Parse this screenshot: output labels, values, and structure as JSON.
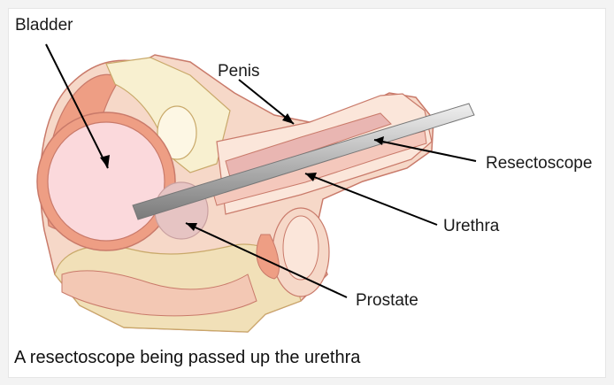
{
  "labels": {
    "bladder": "Bladder",
    "penis": "Penis",
    "resectoscope": "Resectoscope",
    "urethra": "Urethra",
    "prostate": "Prostate"
  },
  "caption": "A resectoscope being passed up the urethra",
  "colors": {
    "outer_tissue": "#f6d8c8",
    "muscle": "#ee9e84",
    "bladder_fill": "#fbd9dc",
    "bone": "#f1e0b8",
    "bone_light": "#f8f0d0",
    "prostate": "#e6c4c3",
    "urethra_wall": "#e6a89a",
    "scope_dark": "#888888",
    "scope_light": "#e8e8e8",
    "outline": "#c97a6a",
    "leader": "#000000"
  }
}
